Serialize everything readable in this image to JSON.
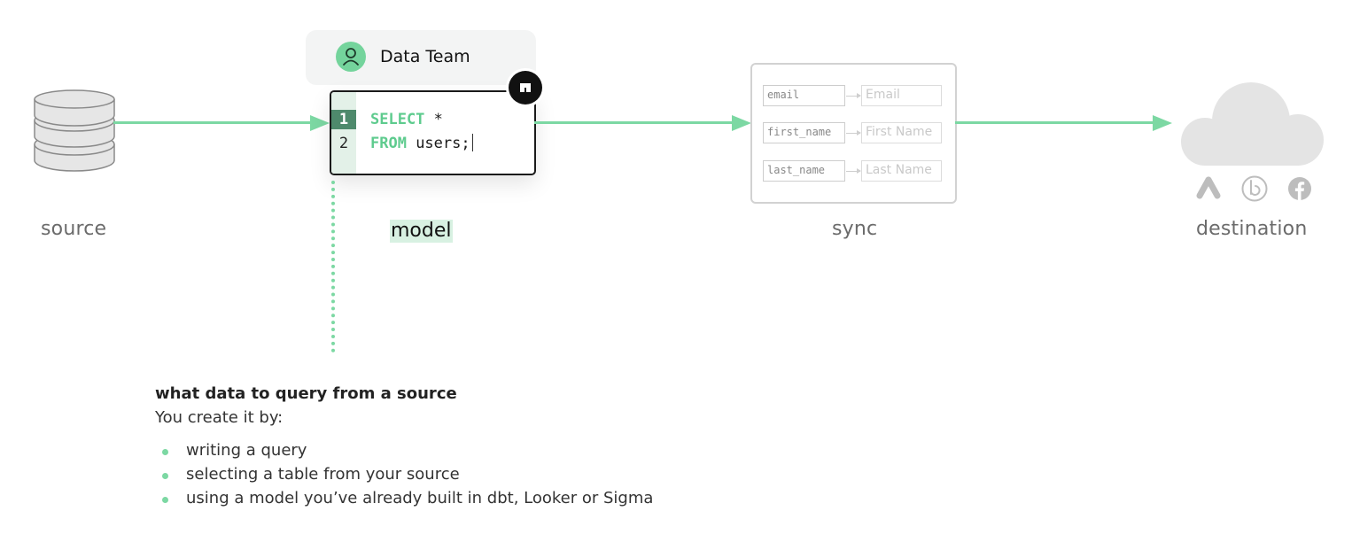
{
  "stages": {
    "source": "source",
    "model": "model",
    "sync": "sync",
    "destination": "destination"
  },
  "model_card": {
    "team_name": "Data Team",
    "editor": {
      "line_numbers": [
        "1",
        "2"
      ],
      "line1_keyword": "SELECT",
      "line1_rest": " *",
      "line2_keyword": "FROM",
      "line2_rest": " users;"
    }
  },
  "sync_mapping": [
    {
      "source_field": "email",
      "destination_field": "Email"
    },
    {
      "source_field": "first_name",
      "destination_field": "First Name"
    },
    {
      "source_field": "last_name",
      "destination_field": "Last Name"
    }
  ],
  "destination_icons": [
    "ads-logo-icon",
    "braze-logo-icon",
    "facebook-logo-icon"
  ],
  "description": {
    "title": "what data to query from a source",
    "subtitle": "You create it by:",
    "bullets": [
      "writing a query",
      "selecting a table from your source",
      "using a model you’ve already built in dbt, Looker or Sigma"
    ]
  },
  "colors": {
    "accent_green": "#7cd8a3",
    "highlight_green": "#d8f1e2",
    "muted_gray": "#6b6b6b",
    "cloud_gray": "#e4e4e4"
  }
}
